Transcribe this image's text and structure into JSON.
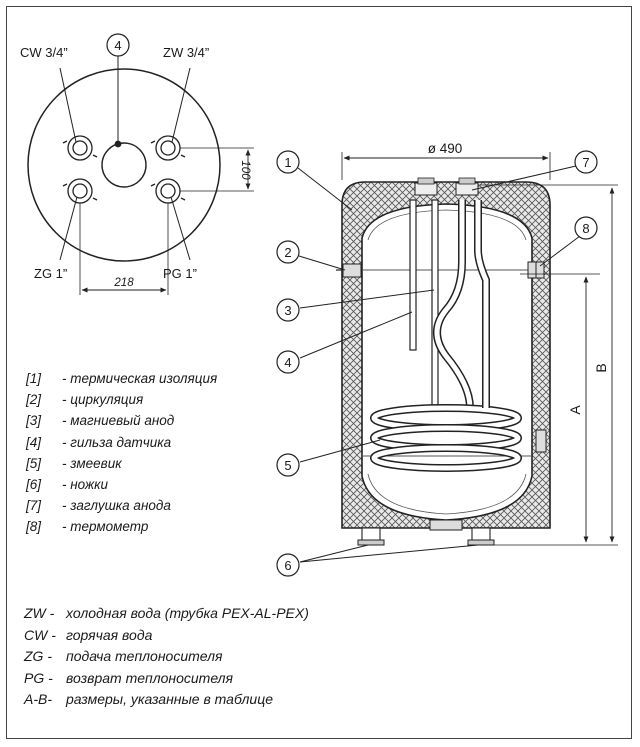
{
  "top_view": {
    "label_cw": "CW 3/4”",
    "label_zw": "ZW 3/4”",
    "label_zg": "ZG 1”",
    "label_pg": "PG 1”",
    "callout_4": "4",
    "dim_100": "100",
    "dim_218": "218"
  },
  "side_view": {
    "dim_diameter": "ø 490",
    "dim_a": "A",
    "dim_b": "B",
    "callouts": [
      "1",
      "2",
      "3",
      "4",
      "5",
      "6",
      "7",
      "8"
    ]
  },
  "legend_parts": [
    {
      "key": "[1]",
      "text": "-  термическая изоляция"
    },
    {
      "key": "[2]",
      "text": "-  циркуляция"
    },
    {
      "key": "[3]",
      "text": "-  магниевый анод"
    },
    {
      "key": "[4]",
      "text": "-  гильза датчика"
    },
    {
      "key": "[5]",
      "text": "-  змеевик"
    },
    {
      "key": "[6]",
      "text": "-  ножки"
    },
    {
      "key": "[7]",
      "text": "-  заглушка анода"
    },
    {
      "key": "[8]",
      "text": "-  термометр"
    }
  ],
  "legend_abbrev": [
    {
      "key": "ZW -",
      "text": "холодная вода (трубка PEX-AL-PEX)"
    },
    {
      "key": "CW -",
      "text": "горячая вода"
    },
    {
      "key": "ZG -",
      "text": "подача теплоносителя"
    },
    {
      "key": "PG -",
      "text": "возврат теплоносителя"
    },
    {
      "key": "A-B-",
      "text": "размеры, указанные в таблице"
    }
  ]
}
